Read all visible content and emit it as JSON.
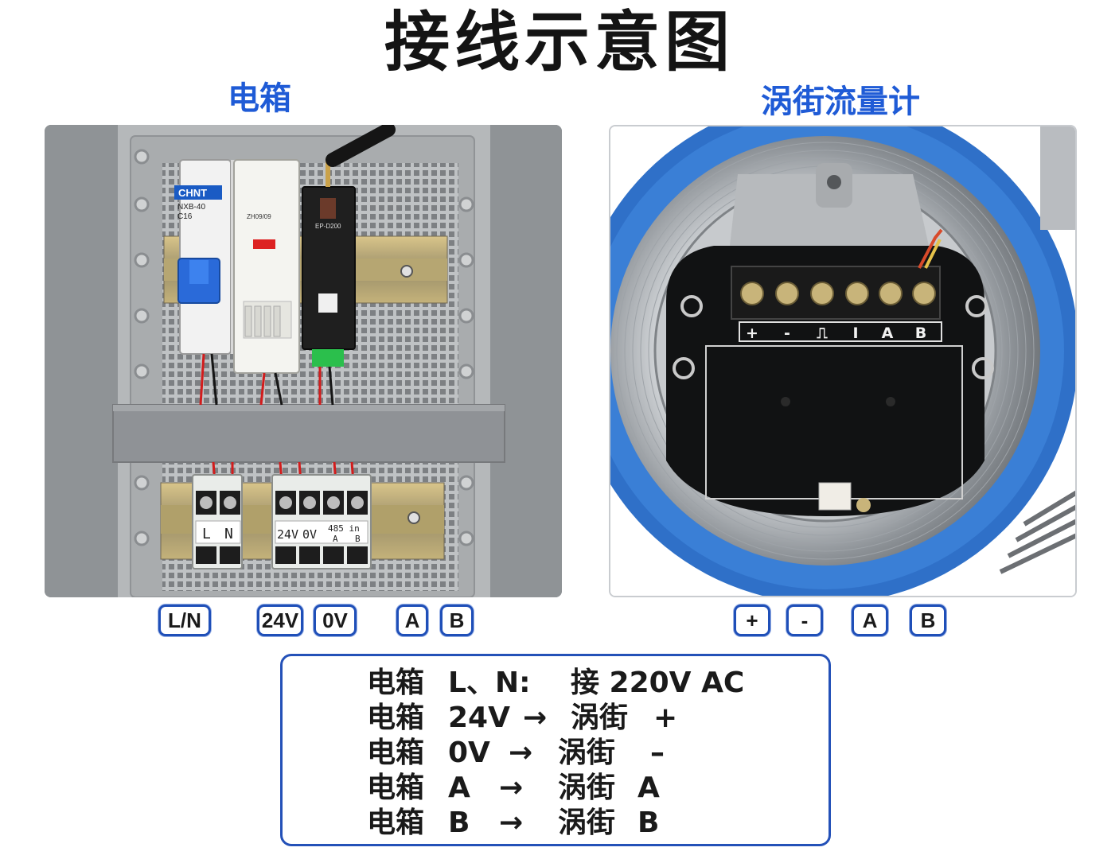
{
  "title": "接线示意图",
  "left_caption": "电箱",
  "right_caption": "涡街流量计",
  "photo_text": {
    "breaker_brand": "CHNT",
    "breaker_model": "NXB-40",
    "breaker_rating": "C16",
    "psu_model": "ZH09/09",
    "gateway_model": "EP-D200",
    "box_terminal_labels": [
      "L",
      "N",
      "24V",
      "0V",
      "485 in",
      "A",
      "B"
    ],
    "meter_terminal_labels": [
      "+",
      "-",
      "⎍",
      "I",
      "A",
      "B"
    ]
  },
  "box_tags": [
    "L/N",
    "24V",
    "0V",
    "A",
    "B"
  ],
  "meter_tags": [
    "+",
    "-",
    "A",
    "B"
  ],
  "notes": [
    {
      "a": "电箱",
      "b": "L、N:",
      "c": "接 220V AC"
    },
    {
      "a": "电箱",
      "b": "24V",
      "arrow": "→",
      "c": "涡街",
      "d": "+"
    },
    {
      "a": "电箱",
      "b": "0V",
      "arrow": "→",
      "c": "涡街",
      "d": "–"
    },
    {
      "a": "电箱",
      "b": "A",
      "arrow": "→",
      "c": "涡街",
      "d": "A"
    },
    {
      "a": "电箱",
      "b": "B",
      "arrow": "→",
      "c": "涡街",
      "d": "B"
    }
  ],
  "colors": {
    "accent_blue": "#1f5bd6",
    "tag_border": "#1f4fb8",
    "title": "#141414"
  }
}
